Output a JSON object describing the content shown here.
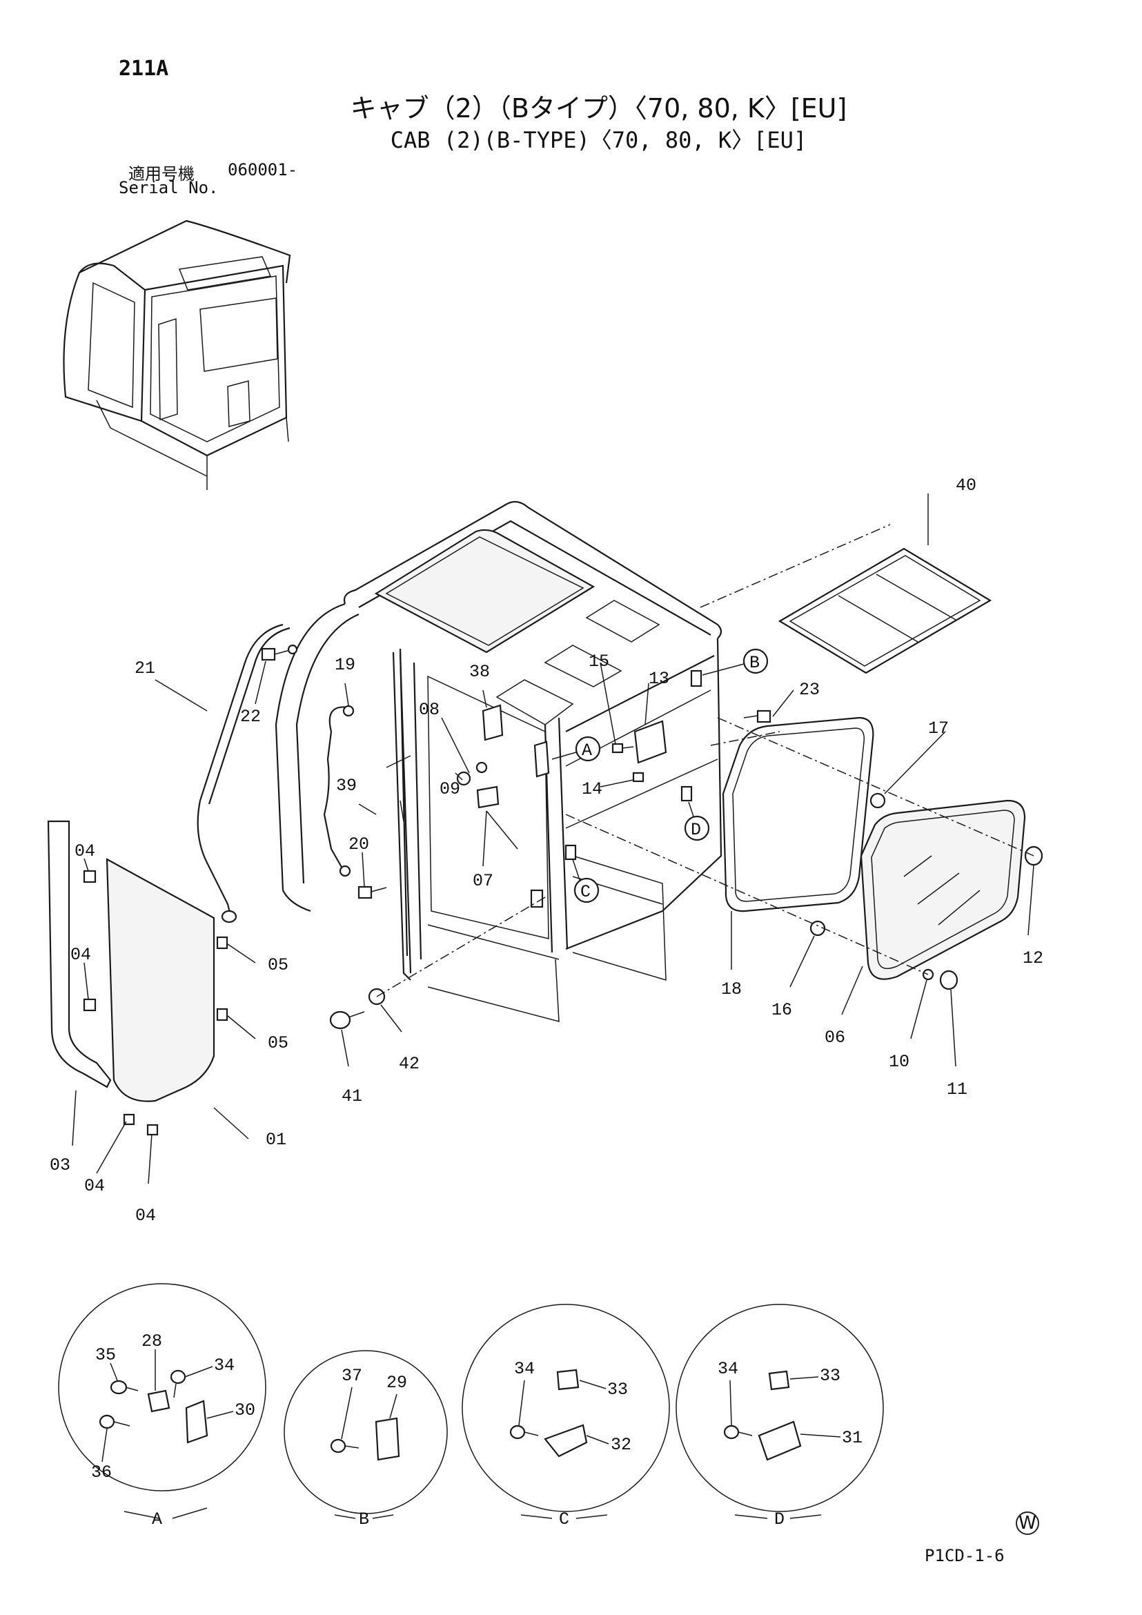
{
  "header": {
    "page_number": "211A",
    "title_jp": "キャブ（2）（Bタイプ）〈70, 80, K〉[EU]",
    "title_en": "CAB (2)(B-TYPE)〈70, 80, K〉[EU]",
    "serial_label_jp": "適用号機",
    "serial_value": "060001-",
    "serial_label_en": "Serial No."
  },
  "callouts": {
    "p01": "01",
    "p03": "03",
    "p04a": "04",
    "p04b": "04",
    "p04c": "04",
    "p04d": "04",
    "p05a": "05",
    "p05b": "05",
    "p06": "06",
    "p07": "07",
    "p08": "08",
    "p09": "09",
    "p10": "10",
    "p11": "11",
    "p12": "12",
    "p13": "13",
    "p14": "14",
    "p15": "15",
    "p16": "16",
    "p17": "17",
    "p18": "18",
    "p19": "19",
    "p20": "20",
    "p21": "21",
    "p22": "22",
    "p23": "23",
    "p38": "38",
    "p39": "39",
    "p40": "40",
    "p41": "41",
    "p42": "42"
  },
  "reference_marks": {
    "A": "A",
    "B": "B",
    "C": "C",
    "D": "D"
  },
  "details": {
    "A": {
      "label": "A",
      "parts": [
        "35",
        "28",
        "34",
        "30",
        "36"
      ]
    },
    "B": {
      "label": "B",
      "parts": [
        "37",
        "29"
      ]
    },
    "C": {
      "label": "C",
      "parts": [
        "34",
        "33",
        "32"
      ]
    },
    "D": {
      "label": "D",
      "parts": [
        "34",
        "33",
        "31"
      ]
    }
  },
  "footer": {
    "watermark": "W",
    "doc_code": "P1CD-1-6"
  }
}
